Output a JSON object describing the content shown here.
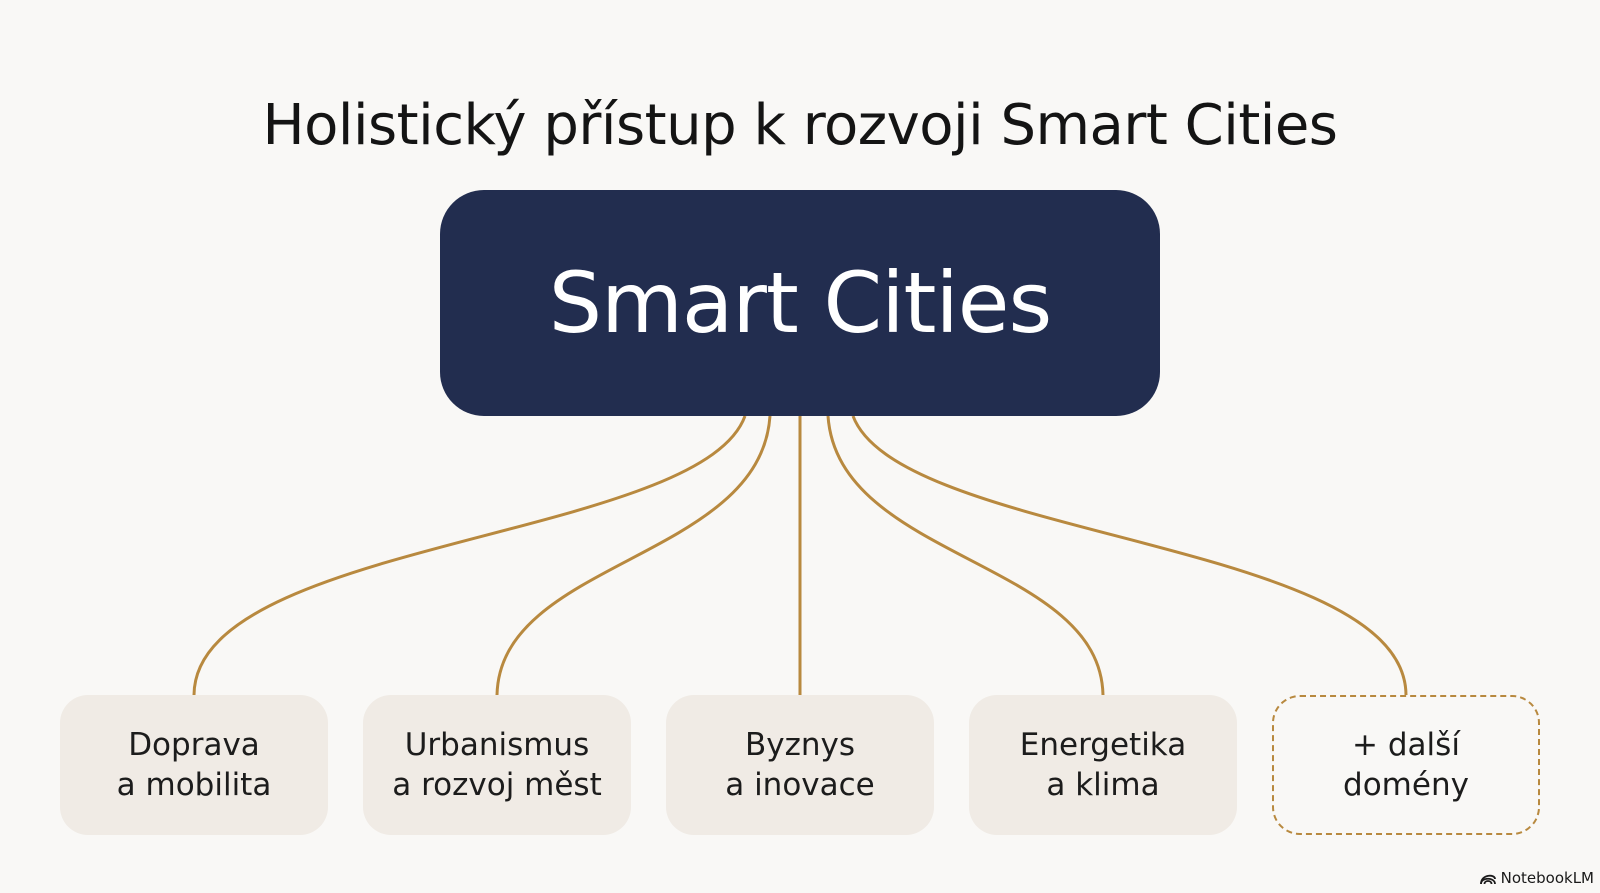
{
  "title": "Holistický přístup k rozvoji Smart Cities",
  "root": {
    "label": "Smart Cities"
  },
  "children": [
    {
      "line1": "Doprava",
      "line2": "a mobilita"
    },
    {
      "line1": "Urbanismus",
      "line2": "a rozvoj měst"
    },
    {
      "line1": "Byznys",
      "line2": "a inovace"
    },
    {
      "line1": "Energetika",
      "line2": "a klima"
    },
    {
      "line1": "+ další",
      "line2": "domény"
    }
  ],
  "brand": {
    "label": "NotebookLM",
    "icon": "notebooklm-logo-icon"
  },
  "colors": {
    "background": "#f9f8f6",
    "root_fill": "#222d4f",
    "connector": "#b8893f",
    "child_fill": "#f0ebe5"
  }
}
